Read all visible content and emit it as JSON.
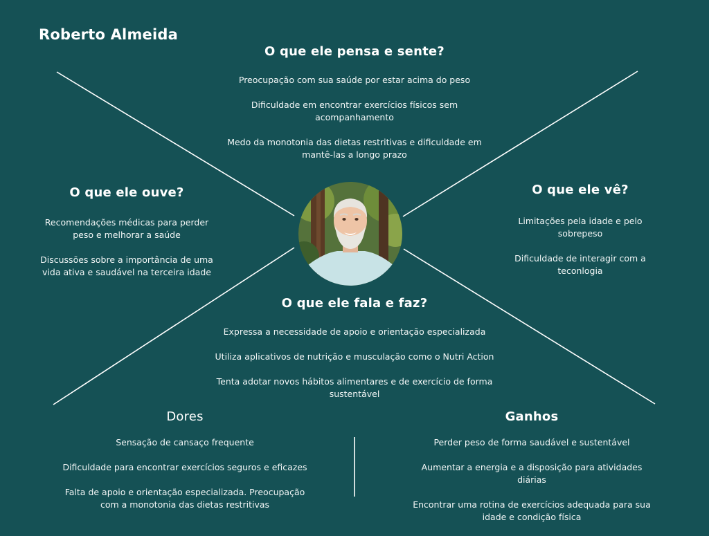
{
  "persona": {
    "name": "Roberto Almeida"
  },
  "thinks": {
    "title": "O que ele pensa e sente?",
    "items": [
      "Preocupação com sua saúde por estar acima do peso",
      "Dificuldade em encontrar exercícios físicos sem acompanhamento",
      "Medo da monotonia das dietas restritivas e dificuldade em mantê-las a longo prazo"
    ]
  },
  "hears": {
    "title": "O que ele ouve?",
    "items": [
      "Recomendações médicas para perder peso e melhorar a saúde",
      "Discussões sobre a importância de uma vida ativa e saudável na terceira idade"
    ]
  },
  "sees": {
    "title": "O que ele vê?",
    "items": [
      "Limitações pela idade e pelo sobrepeso",
      "Dificuldade de interagir com a teconlogia"
    ]
  },
  "says": {
    "title": "O que ele fala e faz?",
    "items": [
      "Expressa a necessidade de apoio e orientação especializada",
      "Utiliza aplicativos de nutrição e musculação como o Nutri Action",
      "Tenta adotar novos hábitos alimentares e de exercício de forma sustentável"
    ]
  },
  "pains": {
    "title": "Dores",
    "items": [
      "Sensação de cansaço frequente",
      "Dificuldade para encontrar exercícios seguros e eficazes",
      "Falta de apoio e orientação especializada. Preocupação com a monotonia das dietas restritivas"
    ]
  },
  "gains": {
    "title": "Ganhos",
    "items": [
      "Perder peso de forma saudável e sustentável",
      "Aumentar a energia e a disposição para atividades diárias",
      "Encontrar uma rotina de exercícios adequada para sua idade e condição física"
    ]
  },
  "colors": {
    "background": "#155155",
    "lines": "#ffffff",
    "text": "#ffffff"
  }
}
